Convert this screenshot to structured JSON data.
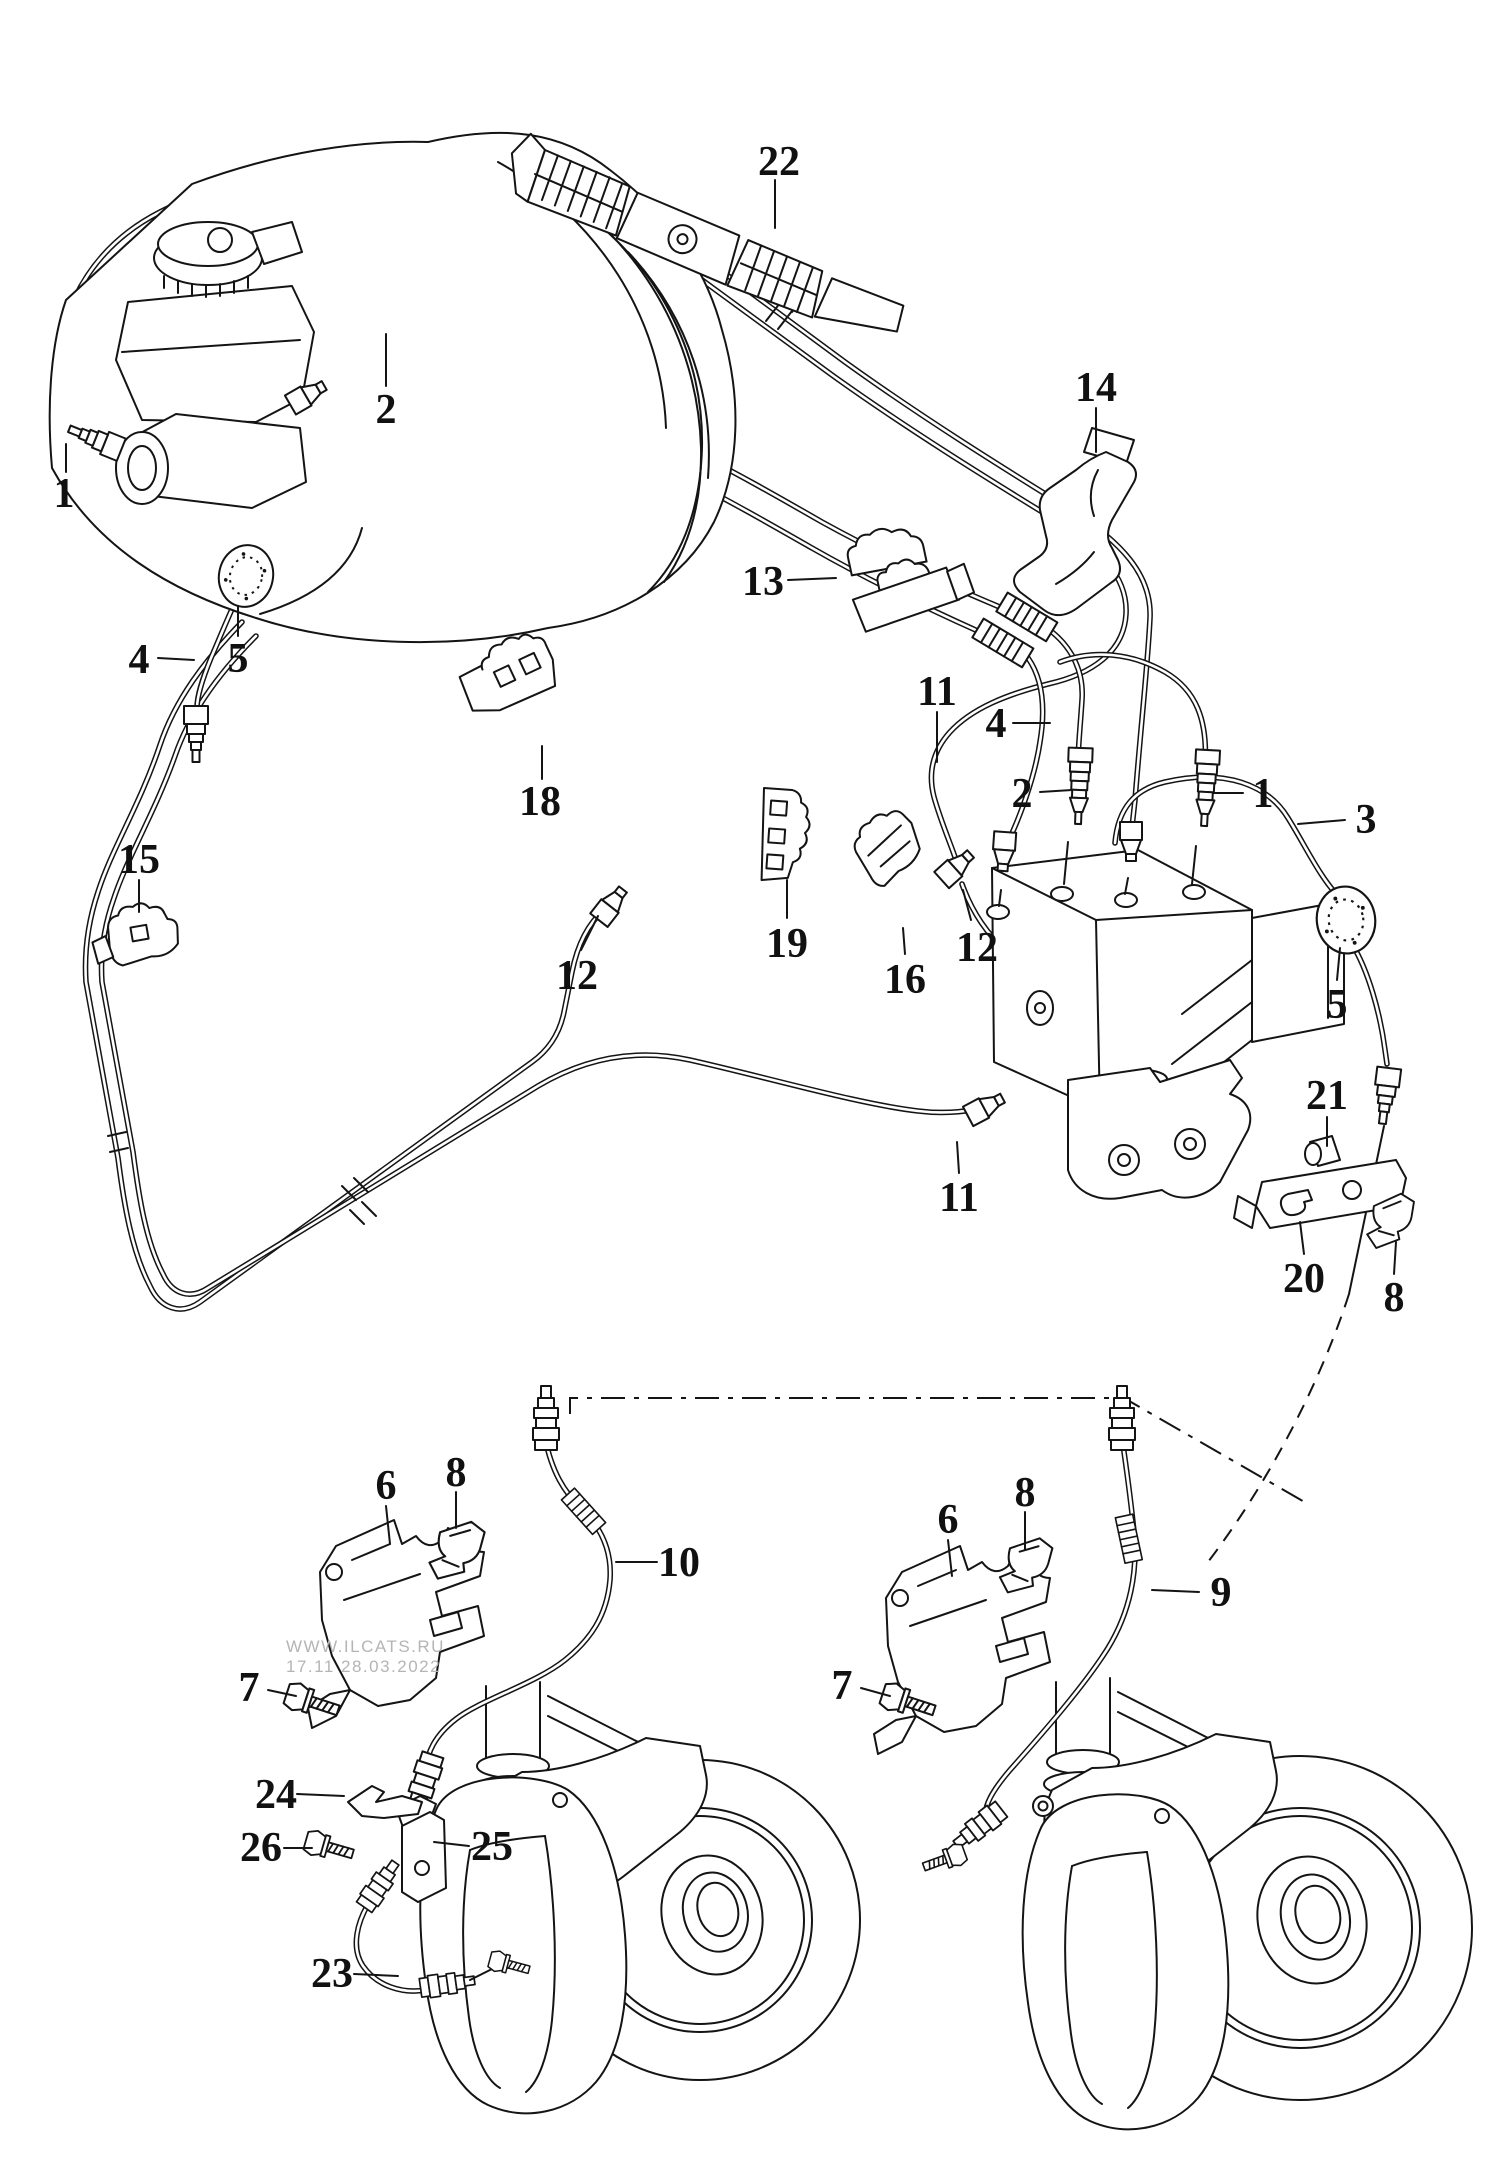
{
  "diagram": {
    "watermark": {
      "line1": "WWW.ILCATS.RU",
      "line2": "17.11 28.03.2022"
    },
    "callouts": {
      "n01_master_union": "1",
      "n02_supply_pipe": "2",
      "n22_heat_shield": "22",
      "n14_clip": "14",
      "n13_clip": "13",
      "n04_pipe_left": "4",
      "n05_grommet_left": "5",
      "n18_clip": "18",
      "n11_pipe_upper": "11",
      "n04_pipe_mid": "4",
      "n02_pipe_mid": "2",
      "n01_pipe_mid": "1",
      "n03_pipe": "3",
      "n15_clip": "15",
      "n12_union_left": "12",
      "n19_clip": "19",
      "n16_clip": "16",
      "n12_union_mid": "12",
      "n05_grommet_right": "5",
      "n21_bolt": "21",
      "n20_bracket": "20",
      "n08_clip_right": "8",
      "n11_pipe_lower": "11",
      "n06_bracket_left": "6",
      "n08_clip_left": "8",
      "n10_hose": "10",
      "n07_bolt_left": "7",
      "n06_bracket_right": "6",
      "n08_clip_mid": "8",
      "n09_hose": "9",
      "n07_bolt_right": "7",
      "n24_clip": "24",
      "n26_bolt": "26",
      "n25_bracket": "25",
      "n23_hose": "23"
    }
  }
}
